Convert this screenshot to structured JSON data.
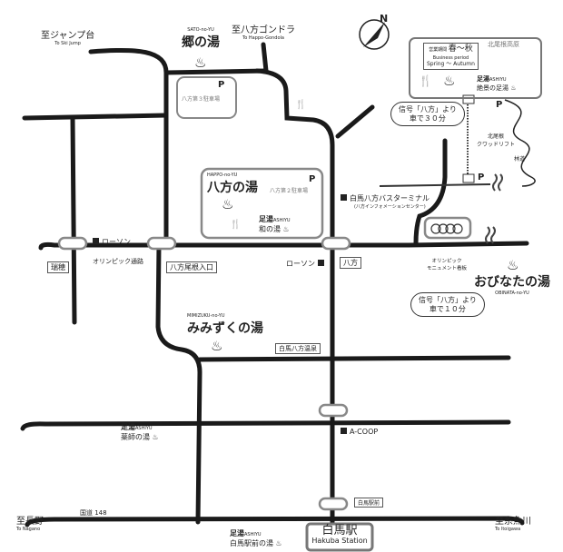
{
  "directions": {
    "ski_jump": {
      "ja": "至ジャンプ台",
      "en": "To Ski Jump"
    },
    "gondola": {
      "ja": "至八方ゴンドラ",
      "en": "To Happo-Gondola"
    },
    "nagano": {
      "ja": "至長野",
      "en": "To Nagano"
    },
    "itoigawa": {
      "ja": "至糸魚川",
      "en": "To Itoigawa"
    }
  },
  "compass": "N",
  "onsen": {
    "sato": {
      "en": "SATO-no-YU",
      "ja": "郷の湯"
    },
    "happo": {
      "en": "HAPPO-no-YU",
      "ja": "八方の湯"
    },
    "mimizuku": {
      "en": "MIMIZUKU-no-YU",
      "ja": "みみずくの湯"
    },
    "obinata": {
      "en": "OBINATA-no-YU",
      "ja": "おびなたの湯"
    }
  },
  "ashiyu": {
    "label_ja": "足湯",
    "label_en": "ASHIYU",
    "nagomi": "和の湯",
    "yakushi": "薬師の湯",
    "ekimae": "白馬駅前の湯",
    "zekkei": "絶景の足湯"
  },
  "parking": {
    "p": "P",
    "third": "八方第３駐車場",
    "second": "八方第２駐車場"
  },
  "landmarks": {
    "bus_terminal": "白馬八方バスターミナル",
    "info_center": "(八方インフォメーションセンター)",
    "lawson1": "ローソン",
    "lawson2": "ローソン",
    "acoop": "A-COOP",
    "olympic_road": "オリンピック通路",
    "olympic_monument": "オリンピック\nモニュメント看板",
    "route148": "国道 148",
    "hakuba_happo_onsen": "白馬八方温泉",
    "owone_kogen": "北尾根高原",
    "lift": "北尾根\nクワッドリフト",
    "forest_road": "林道"
  },
  "signals": {
    "zuikan": "瑞穂",
    "happo_one": "八方尾根入口",
    "happo": "八方",
    "ekimae": "白馬駅前"
  },
  "info_box": {
    "period_label": "営業期間",
    "period_ja": "春～秋",
    "period_en1": "Business period",
    "period_en2": "Spring ～ Autumn"
  },
  "bubbles": {
    "to_owone": "信号「八方」より\n車で３０分",
    "to_obinata": "信号「八方」より\n車で１０分"
  },
  "station": {
    "ja": "白馬駅",
    "en": "Hakuba Station"
  }
}
